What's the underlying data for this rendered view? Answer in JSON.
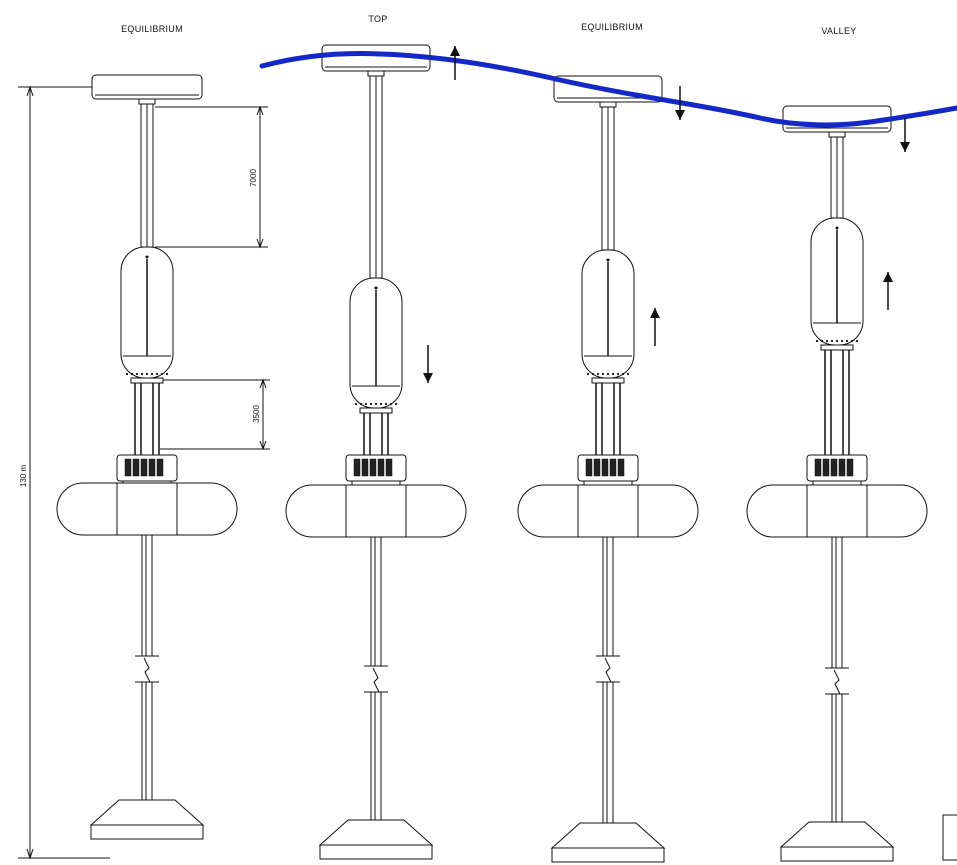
{
  "stages": [
    {
      "id": "stage-1",
      "title": "EQUILIBRIUM",
      "float_arrow": "none",
      "buoy_arrow": "none"
    },
    {
      "id": "stage-2",
      "title": "TOP",
      "float_arrow": "up",
      "buoy_arrow": "down"
    },
    {
      "id": "stage-3",
      "title": "EQUILIBRIUM",
      "float_arrow": "down",
      "buoy_arrow": "up"
    },
    {
      "id": "stage-4",
      "title": "VALLEY",
      "float_arrow": "down",
      "buoy_arrow": "up"
    }
  ],
  "dimensions": {
    "total_height": "130 m",
    "upper_gap": "7000",
    "lower_gap": "3500"
  },
  "colors": {
    "wave": "#1428c8",
    "line": "#111111"
  }
}
